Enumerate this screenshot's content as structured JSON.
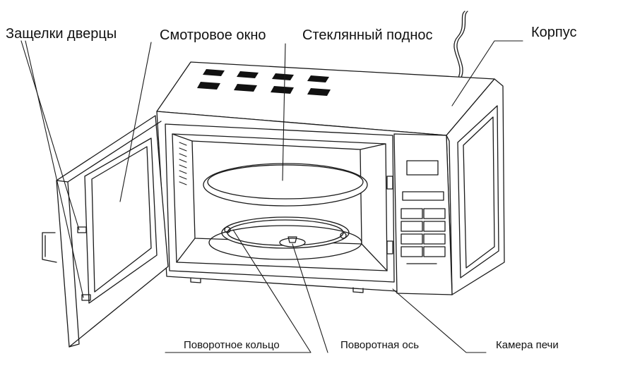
{
  "labels": {
    "door_latches": "Защелки дверцы",
    "viewing_window": "Смотровое окно",
    "glass_tray": "Стеклянный поднос",
    "housing": "Корпус",
    "roller_ring": "Поворотное кольцо",
    "turntable_shaft": "Поворотная ось",
    "oven_cavity": "Камера печи"
  },
  "colors": {
    "line": "#1a1a1a",
    "fill": "#ffffff",
    "vent": "#111111"
  }
}
